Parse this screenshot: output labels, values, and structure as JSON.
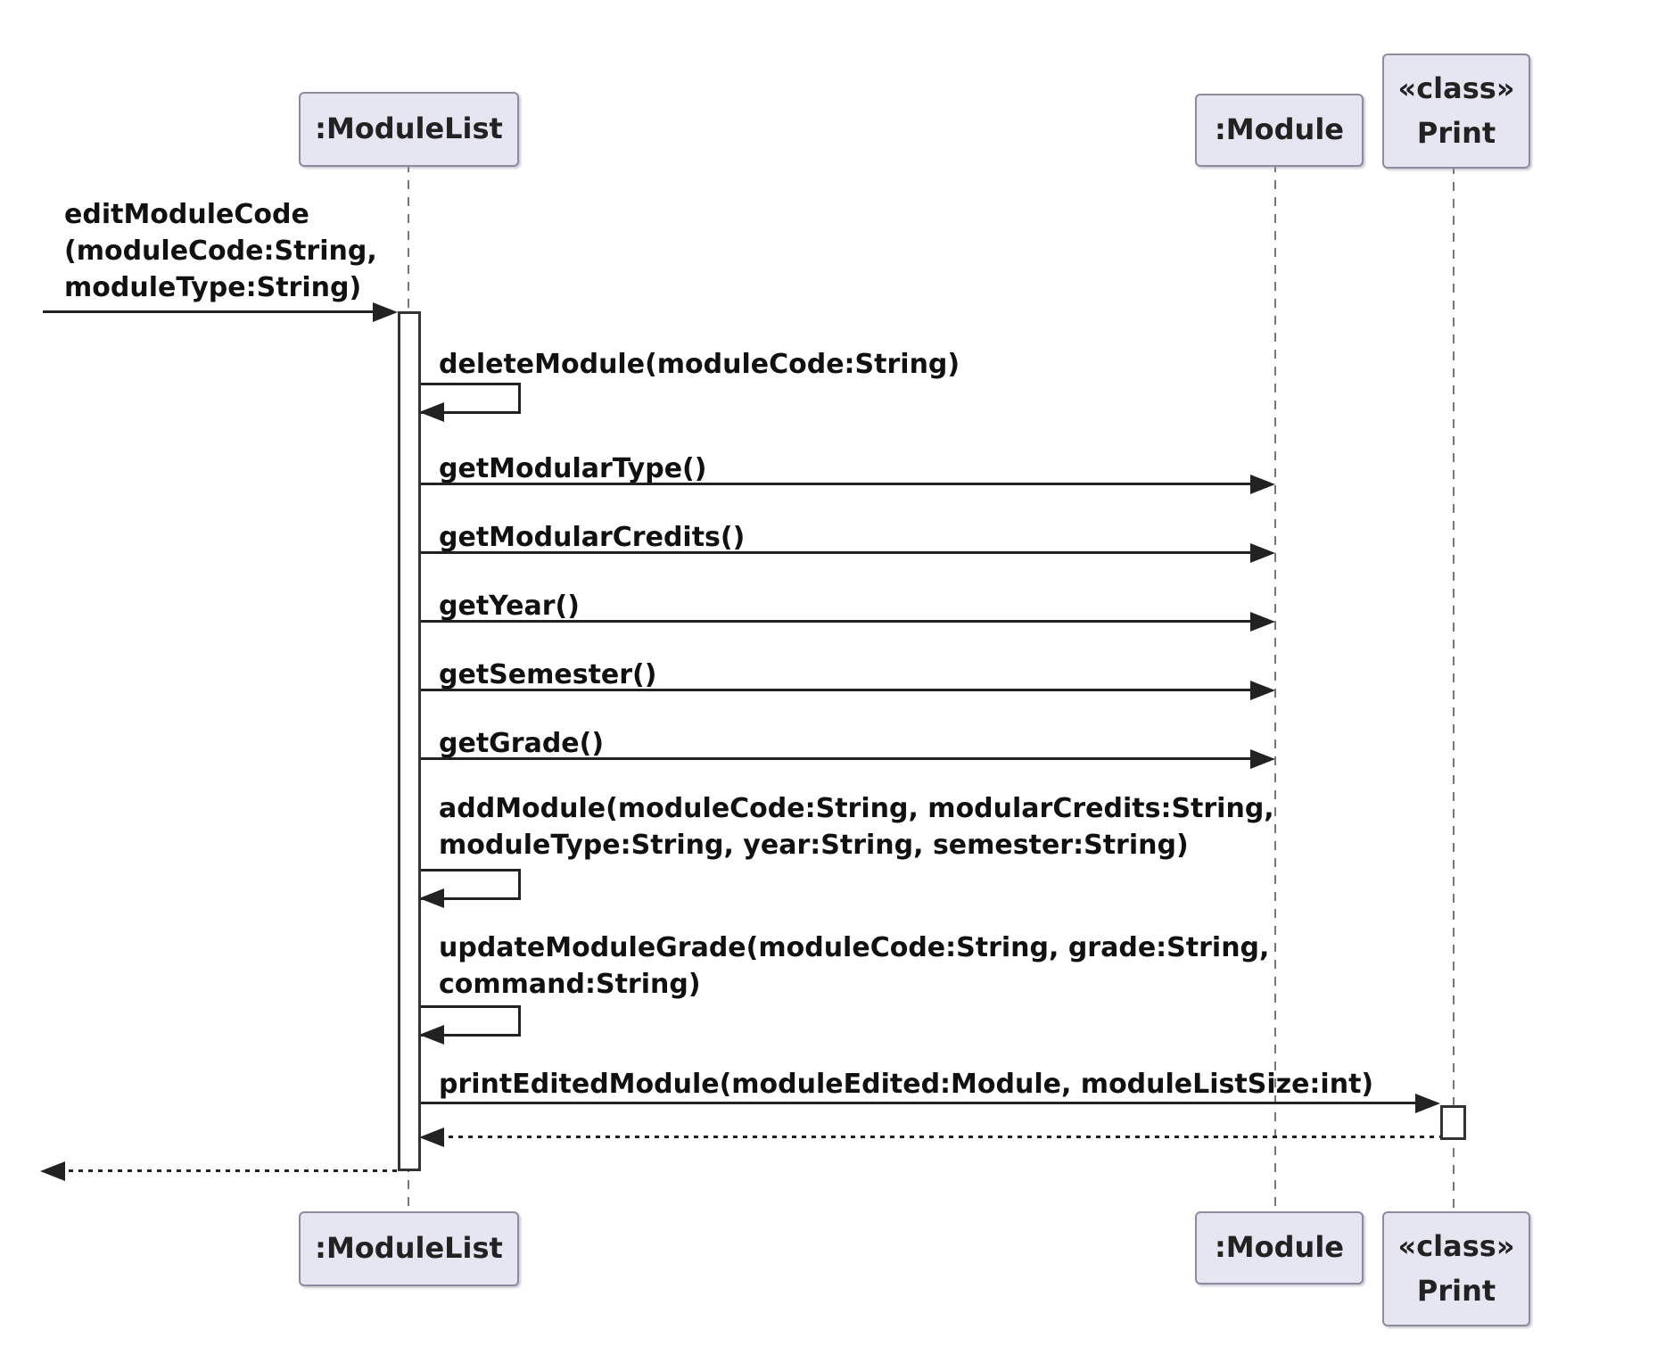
{
  "diagram": {
    "type": "uml-sequence-diagram",
    "participants": [
      {
        "id": "modulelist",
        "label": ":ModuleList"
      },
      {
        "id": "module",
        "label": ":Module"
      },
      {
        "id": "print",
        "label": "«class»\nPrint"
      }
    ],
    "messages": [
      {
        "id": "editModuleCode",
        "from": "external",
        "to": "modulelist",
        "kind": "sync",
        "label": "editModuleCode\n(moduleCode:String,\n moduleType:String)"
      },
      {
        "id": "deleteModule",
        "from": "modulelist",
        "to": "modulelist",
        "kind": "self",
        "label": "deleteModule(moduleCode:String)"
      },
      {
        "id": "getModularType",
        "from": "modulelist",
        "to": "module",
        "kind": "sync",
        "label": "getModularType()"
      },
      {
        "id": "getModularCredits",
        "from": "modulelist",
        "to": "module",
        "kind": "sync",
        "label": "getModularCredits()"
      },
      {
        "id": "getYear",
        "from": "modulelist",
        "to": "module",
        "kind": "sync",
        "label": "getYear()"
      },
      {
        "id": "getSemester",
        "from": "modulelist",
        "to": "module",
        "kind": "sync",
        "label": "getSemester()"
      },
      {
        "id": "getGrade",
        "from": "modulelist",
        "to": "module",
        "kind": "sync",
        "label": "getGrade()"
      },
      {
        "id": "addModule",
        "from": "modulelist",
        "to": "modulelist",
        "kind": "self",
        "label": "addModule(moduleCode:String, modularCredits:String,\n moduleType:String, year:String, semester:String)"
      },
      {
        "id": "updateModuleGrade",
        "from": "modulelist",
        "to": "modulelist",
        "kind": "self",
        "label": "updateModuleGrade(moduleCode:String, grade:String,\n command:String)"
      },
      {
        "id": "printEditedModule",
        "from": "modulelist",
        "to": "print",
        "kind": "sync",
        "label": "printEditedModule(moduleEdited:Module, moduleListSize:int)"
      },
      {
        "id": "return-from-print",
        "from": "print",
        "to": "modulelist",
        "kind": "return",
        "label": ""
      },
      {
        "id": "return-to-caller",
        "from": "modulelist",
        "to": "external",
        "kind": "return",
        "label": ""
      }
    ],
    "colors": {
      "participant_fill": "#e6e6f2",
      "participant_border": "#8c8c9e",
      "line": "#222222",
      "lifeline": "#777777",
      "background": "#ffffff"
    }
  }
}
